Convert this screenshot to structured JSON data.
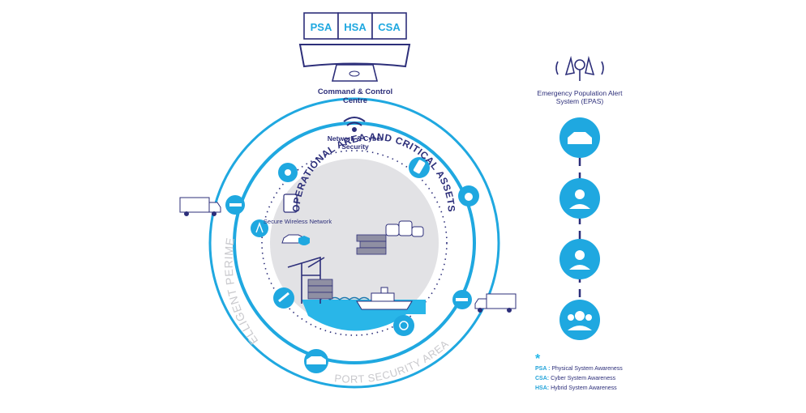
{
  "screens": {
    "left": "PSA",
    "center": "HSA",
    "right": "CSA"
  },
  "command_centre": {
    "title": "Command & Control Centre"
  },
  "network": {
    "title": "Network & Cyber Security"
  },
  "wireless": {
    "title": "Secure Wireless Network"
  },
  "rings": {
    "operational": "OPERATIONAL AREA AND CRITICAL ASSETS",
    "perimeter": "INTELLIGENT PERIMETER",
    "port_security": "PORT SECURITY AREA"
  },
  "epas": {
    "title": "Emergency Population Alert System (EPAS)"
  },
  "legend": {
    "star": "*",
    "items": [
      {
        "code": "PSA :",
        "text": "Physical System Awareness"
      },
      {
        "code": "CSA:",
        "text": "Cyber System Awareness"
      },
      {
        "code": "HSA:",
        "text": "Hybrid System Awareness"
      }
    ]
  },
  "colors": {
    "blue": "#1fa8e0",
    "navy": "#2d2f7a",
    "grey": "#c9c9cd",
    "water": "#29b6e8"
  },
  "icons": [
    "camera-icon",
    "lock-icon",
    "server-icon",
    "vehicle-icon",
    "police-car-icon",
    "first-responders-icon",
    "population-icon",
    "siren-icon",
    "truck-icon",
    "ship-icon",
    "crane-icon"
  ]
}
